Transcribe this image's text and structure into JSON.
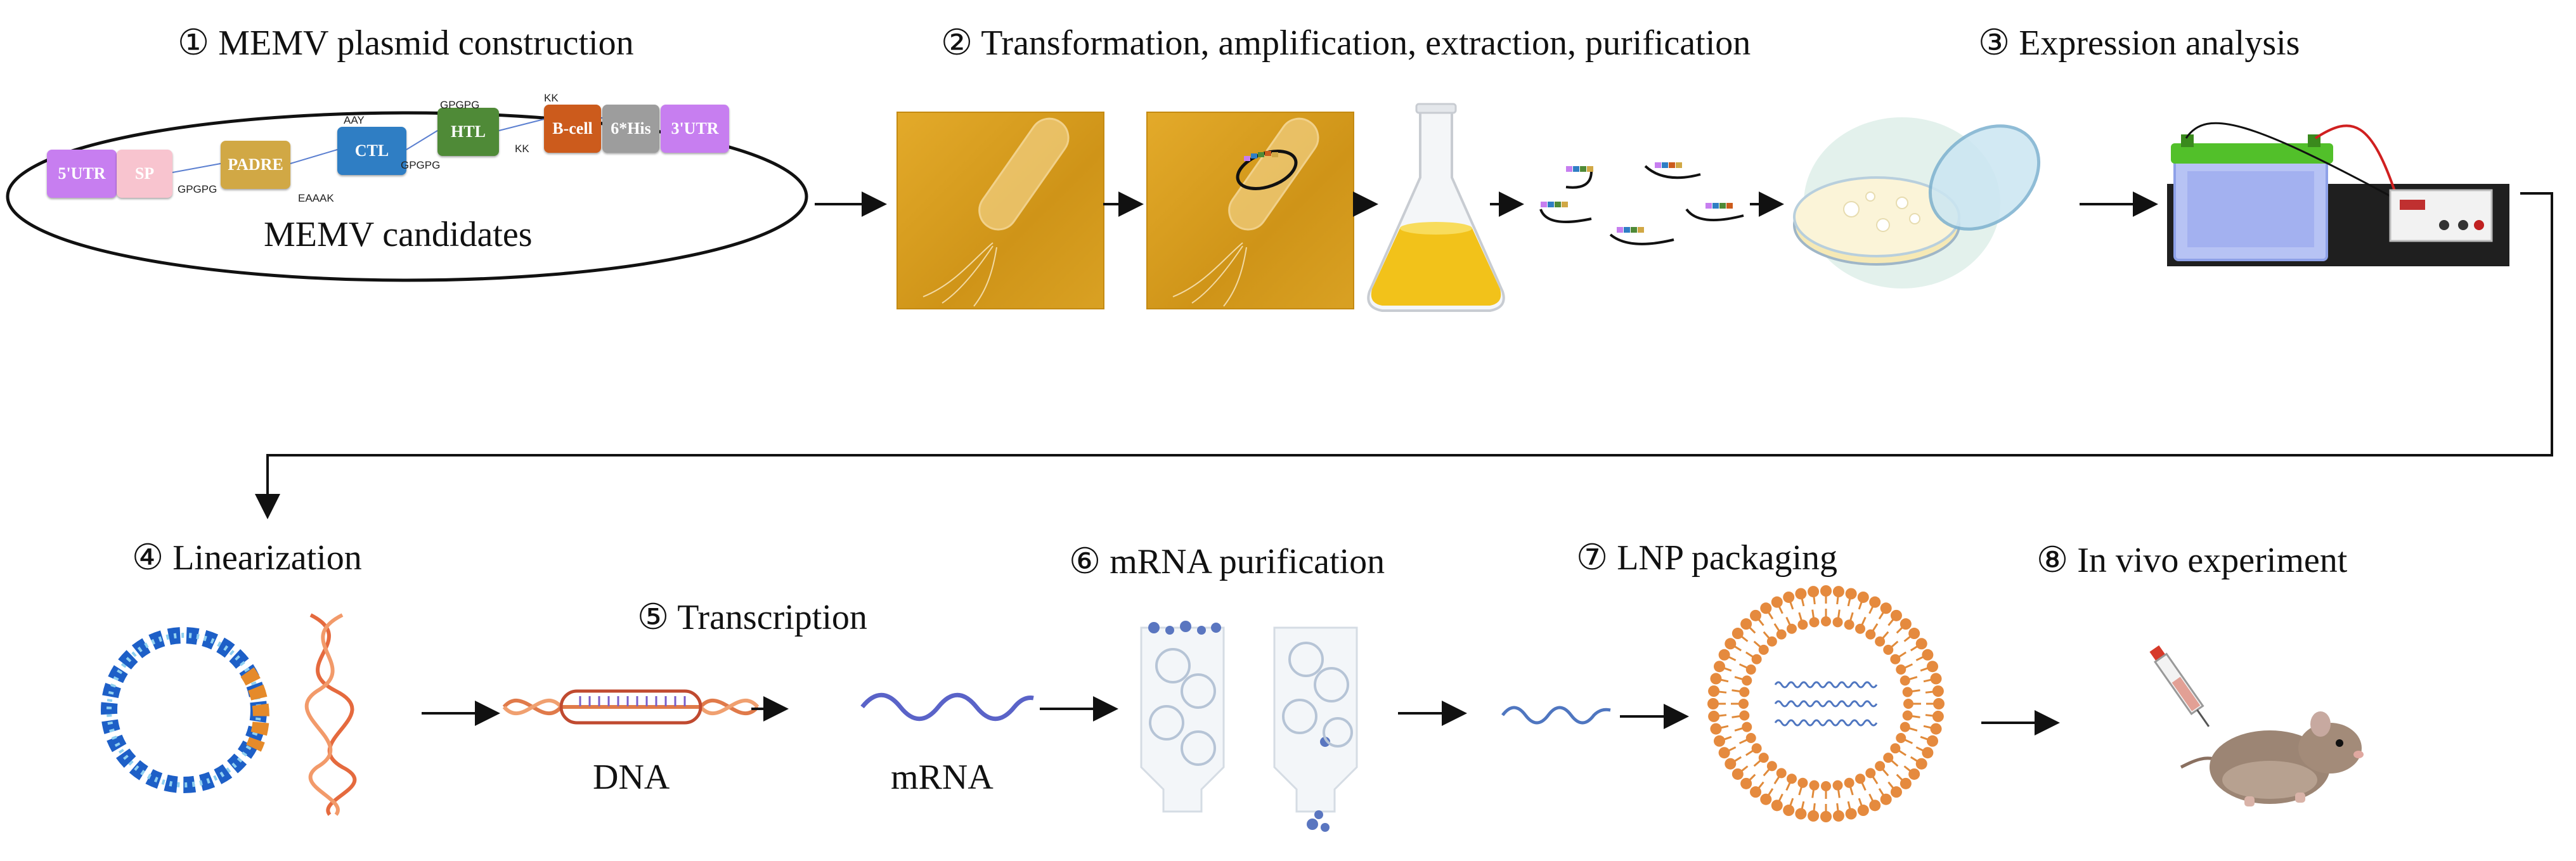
{
  "steps": {
    "s1": "① MEMV plasmid construction",
    "s2": "② Transformation, amplification, extraction, purification",
    "s3": "③ Expression analysis",
    "s4": "④ Linearization",
    "s5": "⑤ Transcription",
    "s6": "⑥ mRNA purification",
    "s7": "⑦  LNP packaging",
    "s8": "⑧  In vivo experiment"
  },
  "plasmid": {
    "caption": "MEMV candidates",
    "segments": {
      "utr5": "5'UTR",
      "sp": "SP",
      "padre": "PADRE",
      "ctl": "CTL",
      "htl": "HTL",
      "bcell": "B-cell",
      "his": "6*His",
      "utr3": "3'UTR"
    },
    "linkers": {
      "gpgpg1": "GPGPG",
      "eaaak": "EAAAK",
      "aay": "AAY",
      "gpgpg2": "GPGPG",
      "gpgpg3": "GPGPG",
      "kk1": "KK",
      "kk2": "KK"
    },
    "colors": {
      "utr": "#c77ef0",
      "sp": "#f8c4cf",
      "padre": "#d1a845",
      "ctl": "#2f7ec4",
      "htl": "#4f8a37",
      "bcell": "#cc5b1c",
      "his": "#9d9d9d"
    }
  },
  "labels": {
    "dna": "DNA",
    "mrna": "mRNA"
  },
  "icons": [
    "bacterium-icon",
    "transformed-bacterium-icon",
    "erlenmeyer-flask-icon",
    "plasmid-icon",
    "petri-dish-icon",
    "electrophoresis-tank-icon",
    "circular-dna-icon",
    "linear-dna-icon",
    "dna-template-icon",
    "mrna-icon",
    "purification-column-icon",
    "lipid-nanoparticle-icon",
    "syringe-icon",
    "mouse-icon"
  ]
}
